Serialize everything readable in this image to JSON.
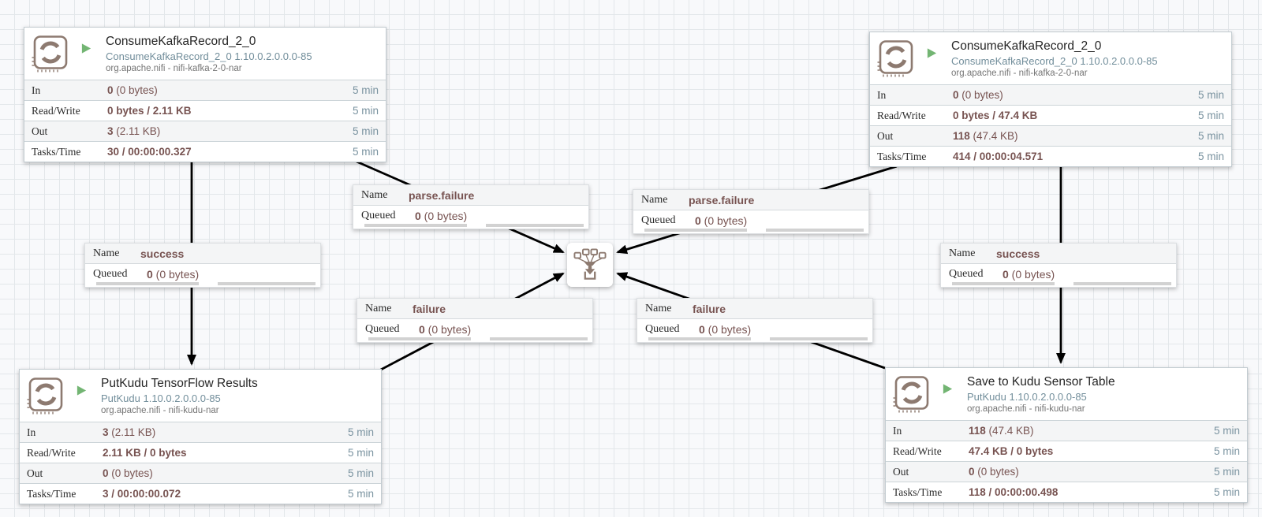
{
  "colors": {
    "value_text": "#775351",
    "muted_blue": "#728e9b",
    "icon_mauve": "#8d7a70",
    "run_green": "#73b573",
    "connection_line": "#000000"
  },
  "icons": {
    "processor": "processor-icon",
    "run_status": "run-status-icon",
    "funnel": "funnel-icon"
  },
  "processors": [
    {
      "title": "ConsumeKafkaRecord_2_0",
      "type_version": "ConsumeKafkaRecord_2_0 1.10.0.2.0.0.0-85",
      "bundle": "org.apache.nifi - nifi-kafka-2-0-nar",
      "stats": [
        {
          "label": "In",
          "strong": "0",
          "rest": " (0 bytes)",
          "period": "5 min"
        },
        {
          "label": "Read/Write",
          "strong": "0 bytes / 2.11 KB",
          "rest": "",
          "period": "5 min"
        },
        {
          "label": "Out",
          "strong": "3",
          "rest": " (2.11 KB)",
          "period": "5 min"
        },
        {
          "label": "Tasks/Time",
          "strong": "30 / 00:00:00.327",
          "rest": "",
          "period": "5 min"
        }
      ]
    },
    {
      "title": "ConsumeKafkaRecord_2_0",
      "type_version": "ConsumeKafkaRecord_2_0 1.10.0.2.0.0.0-85",
      "bundle": "org.apache.nifi - nifi-kafka-2-0-nar",
      "stats": [
        {
          "label": "In",
          "strong": "0",
          "rest": " (0 bytes)",
          "period": "5 min"
        },
        {
          "label": "Read/Write",
          "strong": "0 bytes / 47.4 KB",
          "rest": "",
          "period": "5 min"
        },
        {
          "label": "Out",
          "strong": "118",
          "rest": " (47.4 KB)",
          "period": "5 min"
        },
        {
          "label": "Tasks/Time",
          "strong": "414 / 00:00:04.571",
          "rest": "",
          "period": "5 min"
        }
      ]
    },
    {
      "title": "PutKudu TensorFlow Results",
      "type_version": "PutKudu 1.10.0.2.0.0.0-85",
      "bundle": "org.apache.nifi - nifi-kudu-nar",
      "stats": [
        {
          "label": "In",
          "strong": "3",
          "rest": " (2.11 KB)",
          "period": "5 min"
        },
        {
          "label": "Read/Write",
          "strong": "2.11 KB / 0 bytes",
          "rest": "",
          "period": "5 min"
        },
        {
          "label": "Out",
          "strong": "0",
          "rest": " (0 bytes)",
          "period": "5 min"
        },
        {
          "label": "Tasks/Time",
          "strong": "3 / 00:00:00.072",
          "rest": "",
          "period": "5 min"
        }
      ]
    },
    {
      "title": "Save to Kudu Sensor Table",
      "type_version": "PutKudu 1.10.0.2.0.0.0-85",
      "bundle": "org.apache.nifi - nifi-kudu-nar",
      "stats": [
        {
          "label": "In",
          "strong": "118",
          "rest": " (47.4 KB)",
          "period": "5 min"
        },
        {
          "label": "Read/Write",
          "strong": "47.4 KB / 0 bytes",
          "rest": "",
          "period": "5 min"
        },
        {
          "label": "Out",
          "strong": "0",
          "rest": " (0 bytes)",
          "period": "5 min"
        },
        {
          "label": "Tasks/Time",
          "strong": "118 / 00:00:00.498",
          "rest": "",
          "period": "5 min"
        }
      ]
    }
  ],
  "connections": [
    {
      "name_label": "Name",
      "name": "parse.failure",
      "queued_label": "Queued",
      "queued_strong": "0",
      "queued_rest": " (0 bytes)"
    },
    {
      "name_label": "Name",
      "name": "parse.failure",
      "queued_label": "Queued",
      "queued_strong": "0",
      "queued_rest": " (0 bytes)"
    },
    {
      "name_label": "Name",
      "name": "success",
      "queued_label": "Queued",
      "queued_strong": "0",
      "queued_rest": " (0 bytes)"
    },
    {
      "name_label": "Name",
      "name": "success",
      "queued_label": "Queued",
      "queued_strong": "0",
      "queued_rest": " (0 bytes)"
    },
    {
      "name_label": "Name",
      "name": "failure",
      "queued_label": "Queued",
      "queued_strong": "0",
      "queued_rest": " (0 bytes)"
    },
    {
      "name_label": "Name",
      "name": "failure",
      "queued_label": "Queued",
      "queued_strong": "0",
      "queued_rest": " (0 bytes)"
    }
  ]
}
